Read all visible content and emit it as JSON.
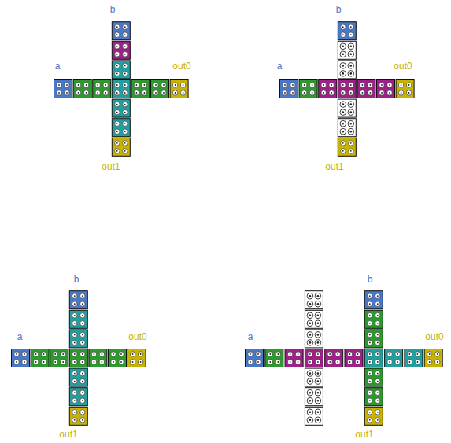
{
  "diagram": {
    "labels": [
      "a",
      "b",
      "out0",
      "out1",
      "a",
      "b",
      "out0",
      "out1",
      "a",
      "b",
      "out0",
      "out1",
      "a",
      "b",
      "out0",
      "out1"
    ]
  }
}
